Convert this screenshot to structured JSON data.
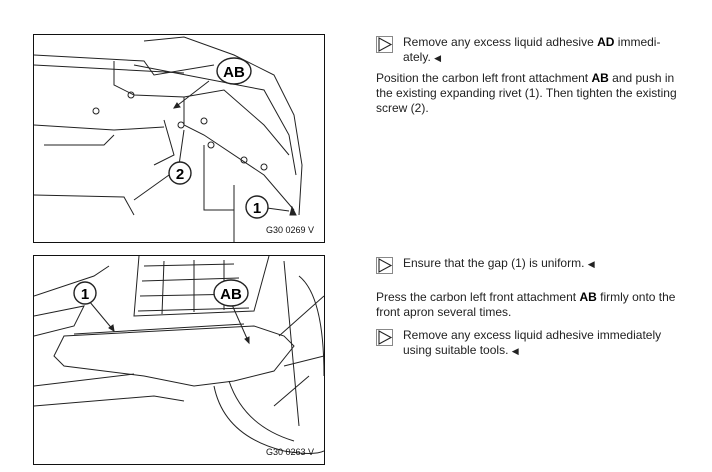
{
  "figures": [
    {
      "code": "G30 0269 V",
      "callouts": [
        "AB",
        "2",
        "1"
      ]
    },
    {
      "code": "G30 0263 V",
      "callouts": [
        "1",
        "AB"
      ]
    }
  ],
  "section1": {
    "note": {
      "pre": "Remove any excess liquid adhesive ",
      "bold": "AD",
      "post": " immedi-ately.",
      "end_mark": "◀"
    },
    "para": {
      "pre": "Position the carbon left front attachment ",
      "bold": "AB",
      "post": " and push in the existing expanding rivet (1). Then tighten the existing screw (2)."
    }
  },
  "section2": {
    "note1": {
      "text": "Ensure that the gap (1) is uniform.",
      "end_mark": "◀"
    },
    "para": {
      "pre": "Press the carbon left front attachment ",
      "bold": "AB",
      "post": " firmly onto the front apron several times."
    },
    "note2": {
      "text": "Remove any excess liquid adhesive immediately using suitable tools.",
      "end_mark": "◀"
    }
  }
}
